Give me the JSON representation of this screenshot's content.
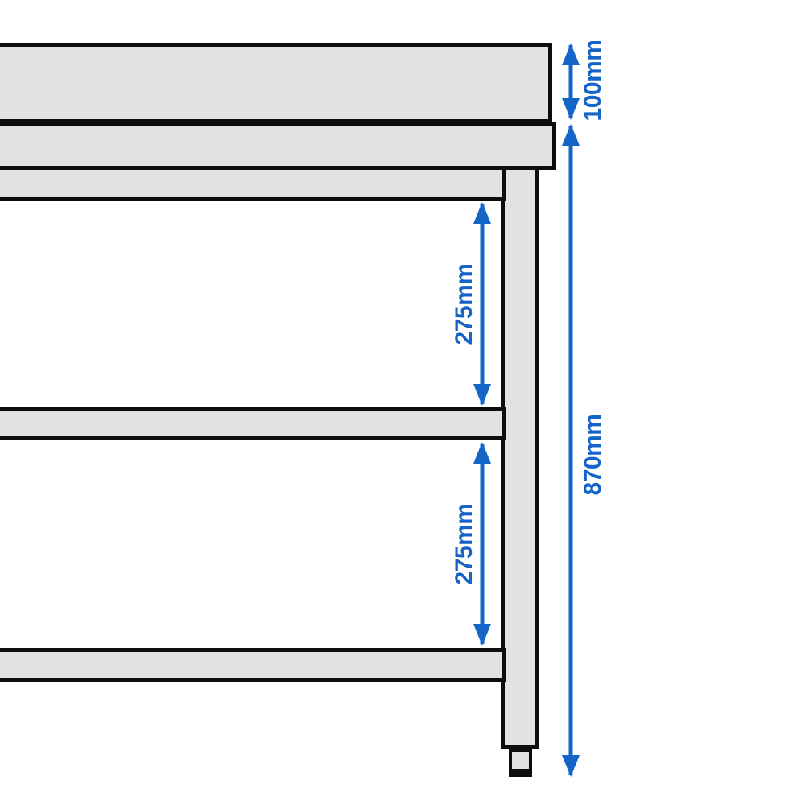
{
  "diagram": {
    "type": "technical-drawing",
    "dimensions": {
      "upstand_height": {
        "label": "100mm",
        "orientation": "vertical"
      },
      "upper_clearance": {
        "label": "275mm",
        "orientation": "vertical"
      },
      "lower_clearance": {
        "label": "275mm",
        "orientation": "vertical"
      },
      "overall_height": {
        "label": "870mm",
        "orientation": "vertical"
      }
    },
    "colors": {
      "dimension_blue": "#1565c8",
      "steel_gray": "#e2e2e2",
      "outline_black": "#0d0d0d",
      "background": "#ffffff"
    },
    "icons": [
      "arrow-up-icon",
      "arrow-down-icon"
    ]
  }
}
